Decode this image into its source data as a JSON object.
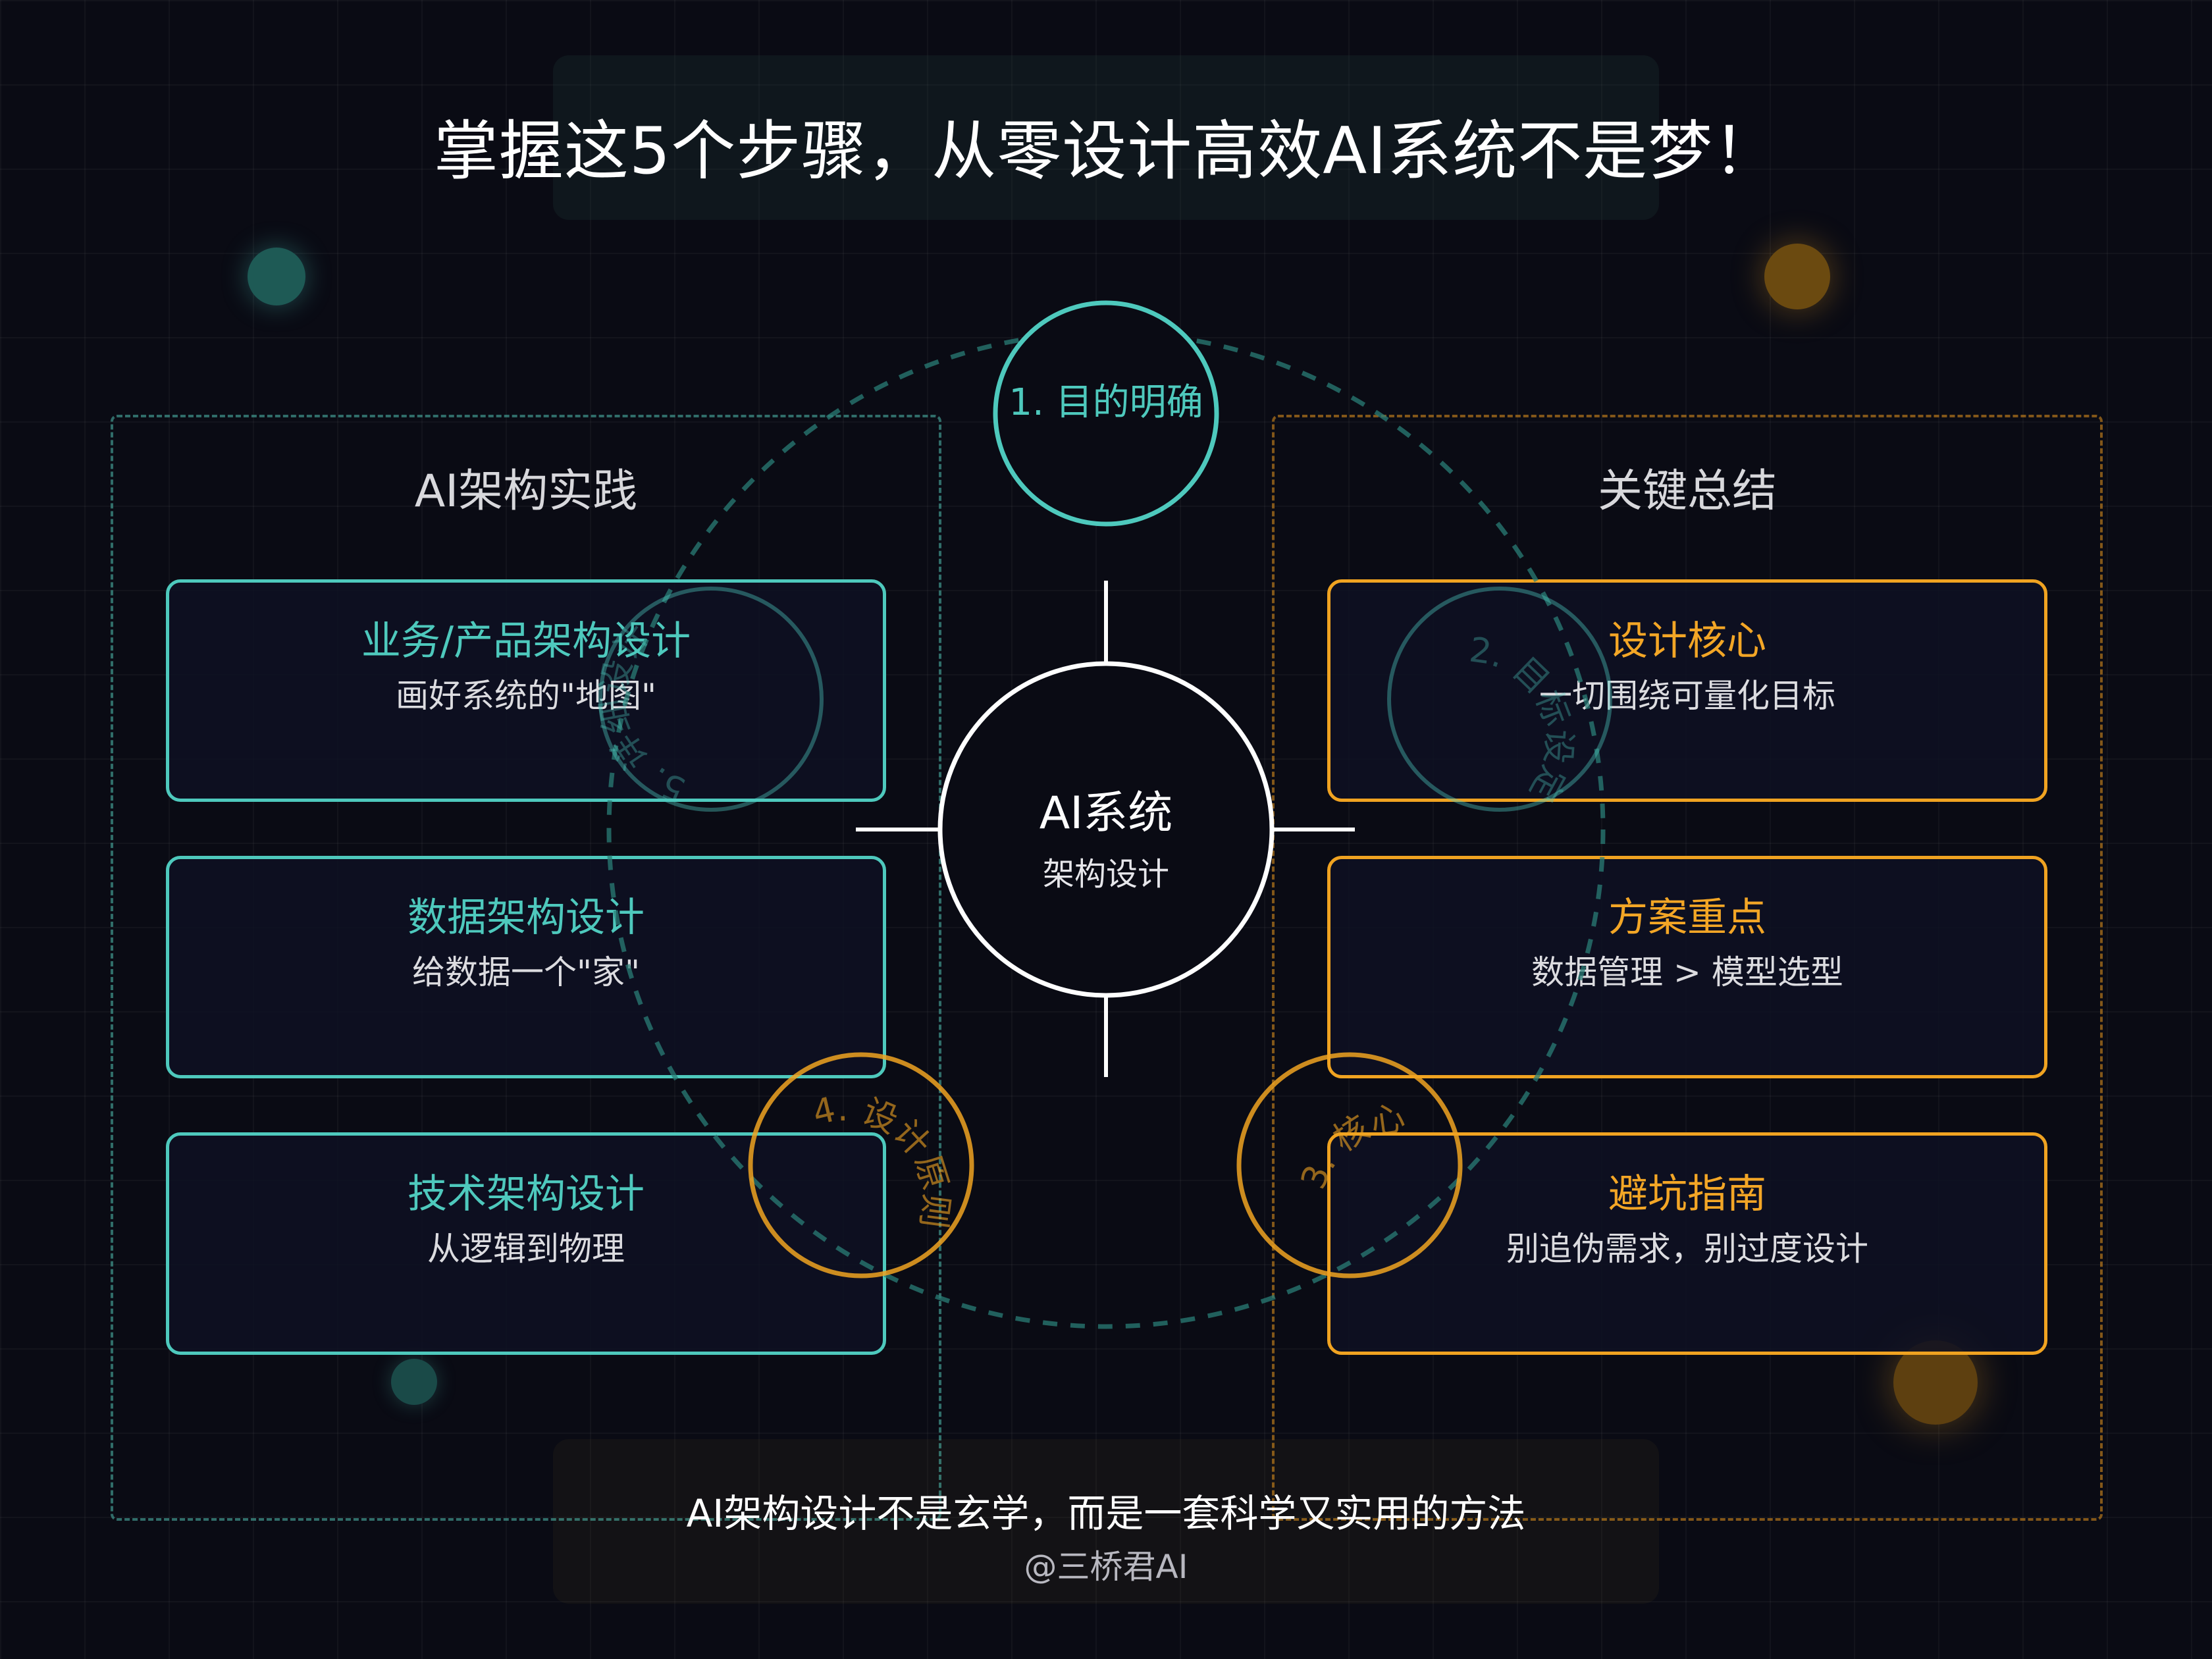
{
  "title": "掌握这5个步骤，从零设计高效AI系统不是梦！",
  "colors": {
    "background": "#0a0b14",
    "teal": "#4ec9bd",
    "amber": "#f0a321",
    "white": "#ffffff"
  },
  "left_section": {
    "title": "AI架构实践",
    "cards": [
      {
        "title": "业务/产品架构设计",
        "subtitle": "画好系统的\"地图\""
      },
      {
        "title": "数据架构设计",
        "subtitle": "给数据一个\"家\""
      },
      {
        "title": "技术架构设计",
        "subtitle": "从逻辑到物理"
      }
    ]
  },
  "right_section": {
    "title": "关键总结",
    "cards": [
      {
        "title": "设计核心",
        "subtitle": "一切围绕可量化目标"
      },
      {
        "title": "方案重点",
        "subtitle": "数据管理 > 模型选型"
      },
      {
        "title": "避坑指南",
        "subtitle": "别追伪需求，别过度设计"
      }
    ]
  },
  "center": {
    "title": "AI系统",
    "subtitle": "架构设计"
  },
  "steps": [
    {
      "label": "1. 目的明确"
    },
    {
      "label": "2. 目标设定"
    },
    {
      "label": "3. 核心设计"
    },
    {
      "label": "4. 设计原则"
    },
    {
      "label": "5. 详细设计"
    }
  ],
  "footer": {
    "tagline": "AI架构设计不是玄学，而是一套科学又实用的方法",
    "credit": "@三桥君AI"
  }
}
